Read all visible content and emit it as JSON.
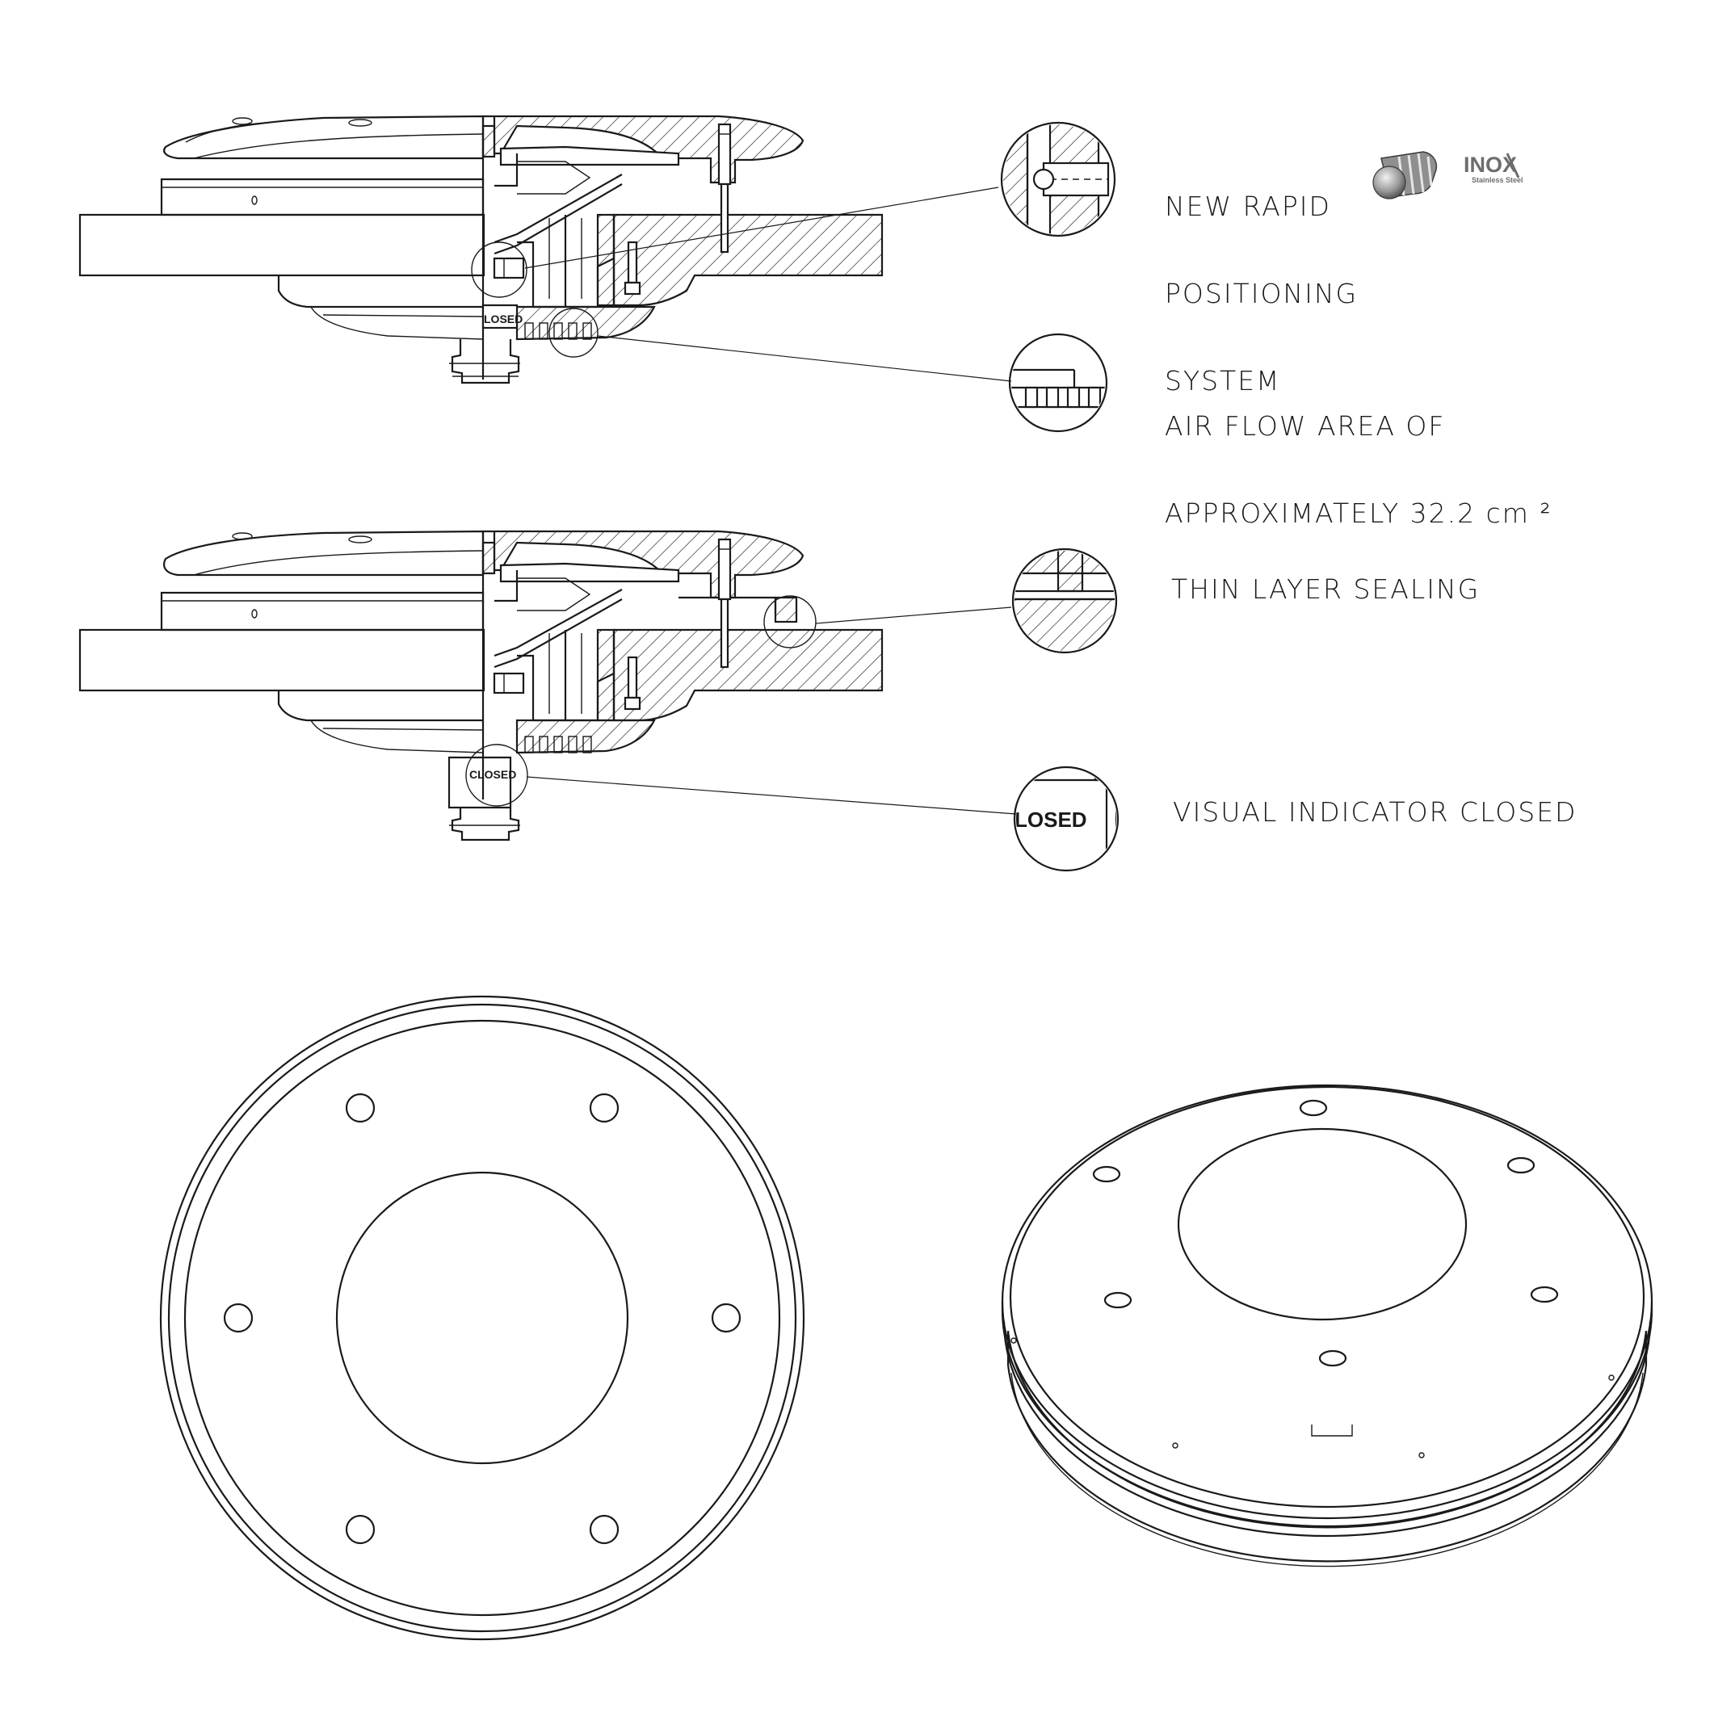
{
  "callouts": {
    "positioning_line1": "NEW RAPID",
    "positioning_line2": "POSITIONING",
    "positioning_line3": "SYSTEM",
    "airflow_line1": "AIR FLOW AREA OF",
    "airflow_line2": "APPROXIMATELY 32.2 cm ²",
    "sealing": "THIN LAYER SEALING",
    "indicator": "VISUAL INDICATOR CLOSED"
  },
  "badge": {
    "brand": "INOX",
    "material": "Stainless Steel",
    "icon": "ball-spring-plunger-icon"
  },
  "section_tags": {
    "upper": "LOSED",
    "lower": "CLOSED",
    "detail": "LOSED"
  }
}
